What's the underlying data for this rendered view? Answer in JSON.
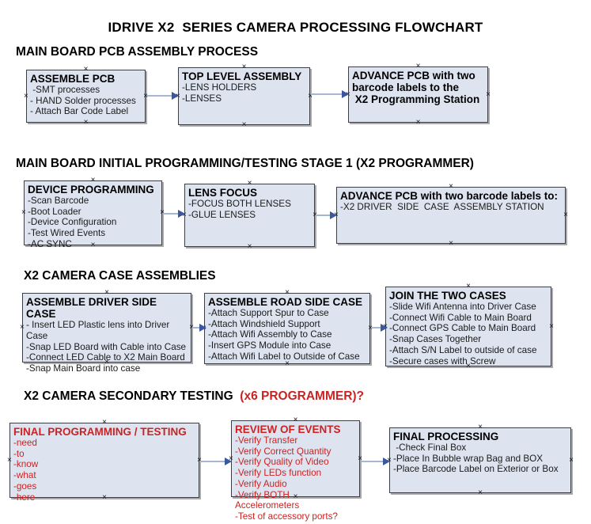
{
  "title": "IDRIVE X2  SERIES CAMERA PROCESSING FLOWCHART",
  "colors": {
    "box_fill": "#dde4f0",
    "box_border": "#3d3d46",
    "red_text": "#cc2222",
    "arrow_line": "#a4b6d2",
    "arrow_head": "#3a57a0"
  },
  "icons": {
    "connection_marker": "×"
  },
  "sections": [
    {
      "heading": "MAIN BOARD PCB ASSEMBLY PROCESS",
      "heading_suffix": "",
      "boxes": [
        {
          "title": "ASSEMBLE PCB",
          "red": false,
          "items": [
            " -SMT processes",
            "- HAND Solder processes",
            "- Attach Bar Code Label"
          ]
        },
        {
          "title": "TOP LEVEL ASSEMBLY",
          "red": false,
          "items": [
            "-LENS HOLDERS",
            "-LENSES"
          ]
        },
        {
          "title": "ADVANCE PCB with two\nbarcode labels to the\n X2 Programming Station",
          "red": false,
          "items": []
        }
      ]
    },
    {
      "heading": "MAIN BOARD INITIAL PROGRAMMING/TESTING STAGE 1 (X2 PROGRAMMER)",
      "heading_suffix": "",
      "boxes": [
        {
          "title": "DEVICE PROGRAMMING",
          "red": false,
          "items": [
            "-Scan Barcode",
            "-Boot Loader",
            "-Device Configuration",
            "-Test Wired Events",
            "-AC SYNC"
          ]
        },
        {
          "title": "LENS FOCUS",
          "red": false,
          "items": [
            "-FOCUS BOTH LENSES",
            "-GLUE LENSES"
          ]
        },
        {
          "title": "ADVANCE PCB with two barcode labels to:",
          "red": false,
          "items": [
            "-X2 DRIVER  SIDE  CASE  ASSEMBLY STATION"
          ]
        }
      ]
    },
    {
      "heading": "X2 CAMERA CASE ASSEMBLIES",
      "heading_suffix": "",
      "boxes": [
        {
          "title": "ASSEMBLE DRIVER SIDE CASE",
          "red": false,
          "items": [
            "- Insert LED Plastic lens into Driver Case",
            "-Snap LED Board with Cable into Case",
            "-Connect LED Cable to X2 Main Board",
            "-Snap Main Board into case"
          ]
        },
        {
          "title": "ASSEMBLE ROAD SIDE CASE",
          "red": false,
          "items": [
            "-Attach Support Spur to Case",
            "-Attach Windshield Support",
            "-Attach Wifi Assembly to Case",
            "-Insert GPS Module into Case",
            "-Attach Wifi Label to Outside of Case"
          ]
        },
        {
          "title": "JOIN THE TWO CASES",
          "red": false,
          "items": [
            "-Slide Wifi Antenna into Driver Case",
            "-Connect Wifi Cable to Main Board",
            "-Connect GPS Cable to Main Board",
            "-Snap Cases Together",
            "-Attach S/N Label to outside of case",
            "-Secure cases with Screw"
          ]
        }
      ]
    },
    {
      "heading": "X2 CAMERA SECONDARY TESTING  ",
      "heading_suffix": "(x6 PROGRAMMER)?",
      "boxes": [
        {
          "title": "FINAL PROGRAMMING / TESTING",
          "red": true,
          "items": [
            "-need",
            "-to",
            "-know",
            "-what",
            "-goes",
            "-here"
          ]
        },
        {
          "title": "REVIEW OF EVENTS",
          "red": true,
          "items": [
            "-Verify Transfer",
            "-Verify Correct Quantity",
            "-Verify Quality of Video",
            "-Verify LEDs function",
            "-Verify Audio",
            "-Verify BOTH Accelerometers",
            "-Test of accessory ports?"
          ]
        },
        {
          "title": "FINAL PROCESSING",
          "red": false,
          "items": [
            " -Check Final Box",
            "-Place In Bubble wrap Bag and BOX",
            "-Place Barcode Label on Exterior or Box"
          ]
        }
      ]
    }
  ]
}
